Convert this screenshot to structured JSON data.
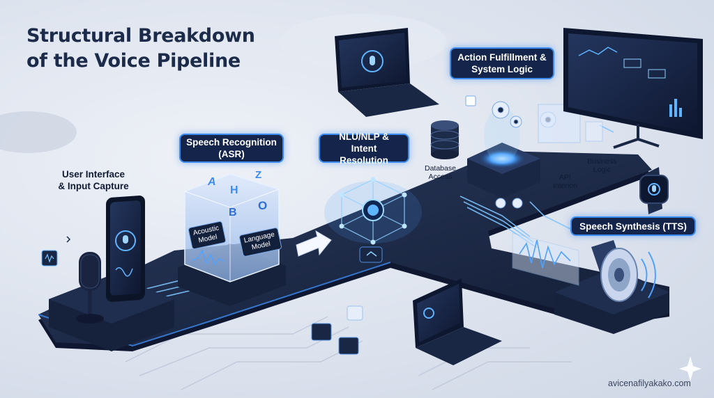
{
  "title": [
    "Structural Breakdown",
    "of the Voice Pipeline"
  ],
  "stages": {
    "input": [
      "User Interface",
      "& Input Capture"
    ],
    "asr": [
      "Speech Recognition",
      "(ASR)"
    ],
    "nlu": [
      "NLU/NLP &",
      "Intent Resolution"
    ],
    "action": [
      "Action Fulfillment &",
      "System Logic"
    ],
    "tts": "Speech Synthesis (TTS)"
  },
  "asr_models": {
    "acoustic": [
      "Acoustic",
      "Model"
    ],
    "language": [
      "Language",
      "Model"
    ]
  },
  "asr_letters": [
    "A",
    "H",
    "Z",
    "B",
    "O"
  ],
  "fulfillment_labels": {
    "database": [
      "Database",
      "Access"
    ],
    "business": [
      "Business",
      "Logic"
    ],
    "api": [
      "API",
      "Interion"
    ]
  },
  "watermark": "avicenafilyakako.com",
  "colors": {
    "accent": "#3c8cf0",
    "glow": "#5fb4ff",
    "platform": "#1a2744",
    "label_bg": "#14244a",
    "title": "#1c2b4a"
  },
  "icons": [
    "microphone-icon",
    "smartphone-icon",
    "neural-network-icon",
    "database-icon",
    "gear-icon",
    "speaker-icon",
    "smartwatch-icon",
    "laptop-icon",
    "monitor-icon",
    "sparkle-icon"
  ]
}
